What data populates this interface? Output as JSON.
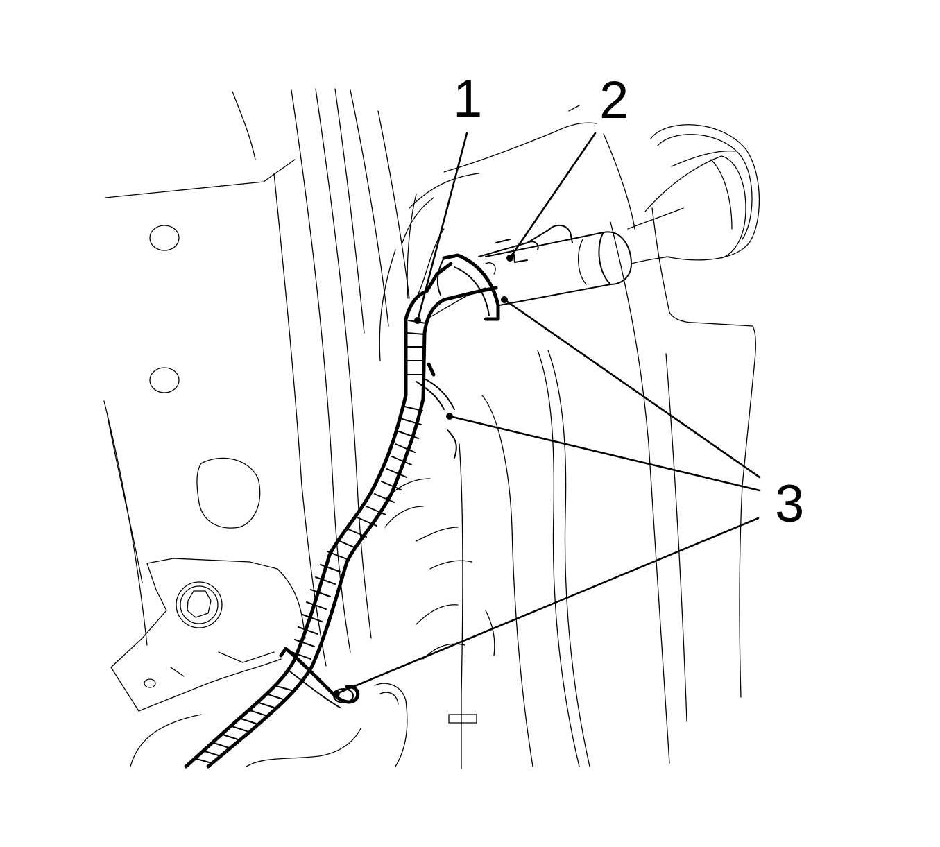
{
  "diagram": {
    "background_color": "#ffffff",
    "line_color": "#000000",
    "callouts": [
      {
        "id": "callout-1",
        "label": "1"
      },
      {
        "id": "callout-2",
        "label": "2"
      },
      {
        "id": "callout-3",
        "label": "3"
      }
    ]
  }
}
